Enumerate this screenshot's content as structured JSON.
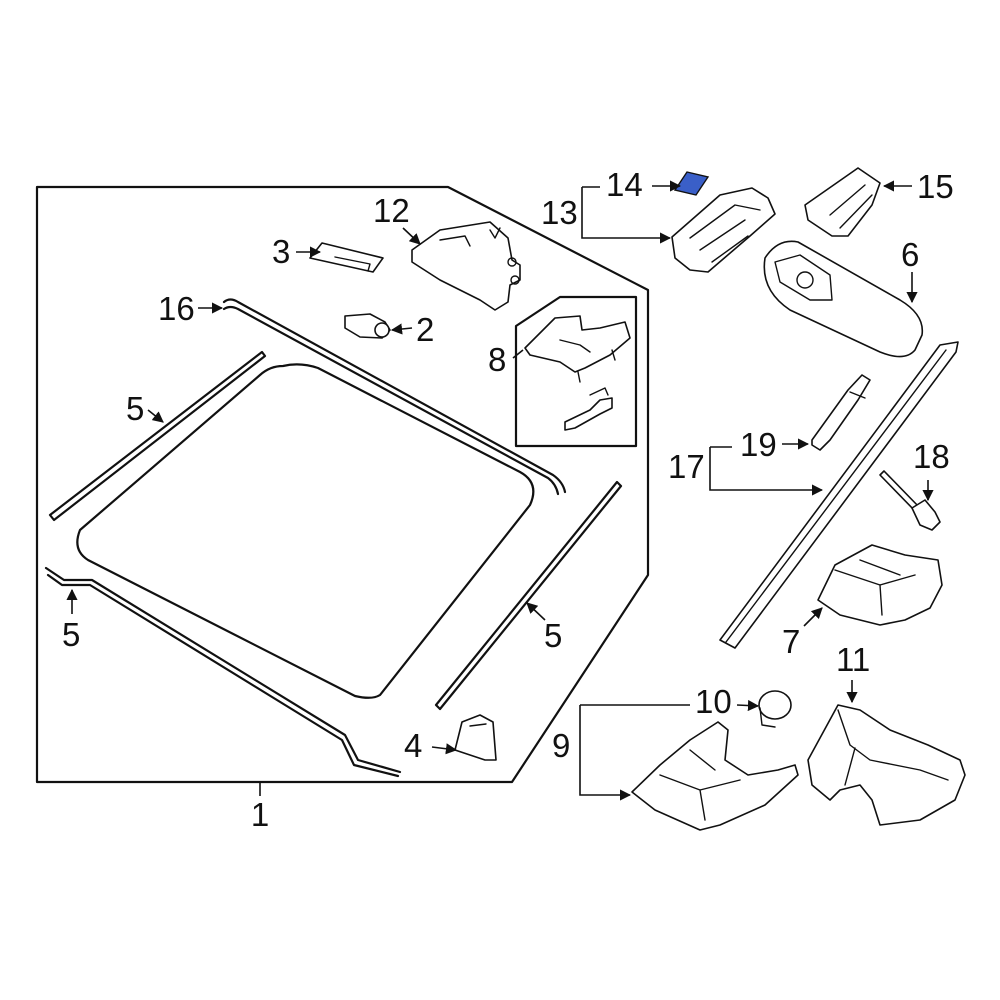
{
  "labels": {
    "l1": "1",
    "l2": "2",
    "l3": "3",
    "l4": "4",
    "l5a": "5",
    "l5b": "5",
    "l5c": "5",
    "l6": "6",
    "l7": "7",
    "l8": "8",
    "l9": "9",
    "l10": "10",
    "l11": "11",
    "l12": "12",
    "l13": "13",
    "l14": "14",
    "l15": "15",
    "l16": "16",
    "l17": "17",
    "l18": "18",
    "l19": "19"
  },
  "colors": {
    "highlight": "#3a5fc8",
    "line": "#111111",
    "background": "#ffffff"
  }
}
